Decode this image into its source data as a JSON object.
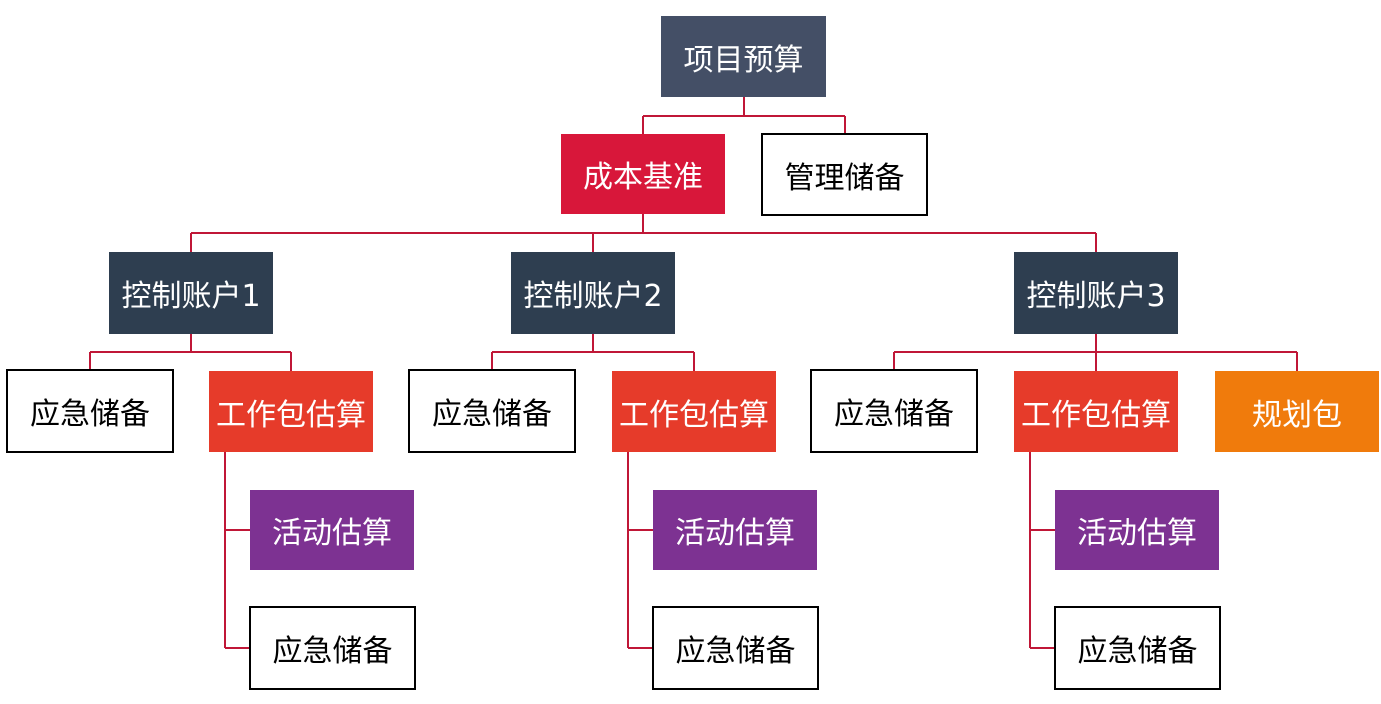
{
  "colors": {
    "connector": "#c01737",
    "control_account": "#2e3e50",
    "project_budget": "#444f66",
    "cost_baseline": "#d8173a",
    "work_package": "#e63b2a",
    "planning_package": "#f07b0c",
    "activity_estimate": "#7d3292",
    "reserve_box": "#ffffff"
  },
  "root": {
    "label": "项目预算"
  },
  "level2": {
    "cost_baseline": "成本基准",
    "management_reserve": "管理储备"
  },
  "accounts": [
    {
      "label": "控制账户1",
      "contingency": "应急储备",
      "work_package": "工作包估算",
      "activity": "活动估算",
      "activity_reserve": "应急储备"
    },
    {
      "label": "控制账户2",
      "contingency": "应急储备",
      "work_package": "工作包估算",
      "activity": "活动估算",
      "activity_reserve": "应急储备"
    },
    {
      "label": "控制账户3",
      "contingency": "应急储备",
      "work_package": "工作包估算",
      "activity": "活动估算",
      "activity_reserve": "应急储备",
      "planning_package": "规划包"
    }
  ]
}
